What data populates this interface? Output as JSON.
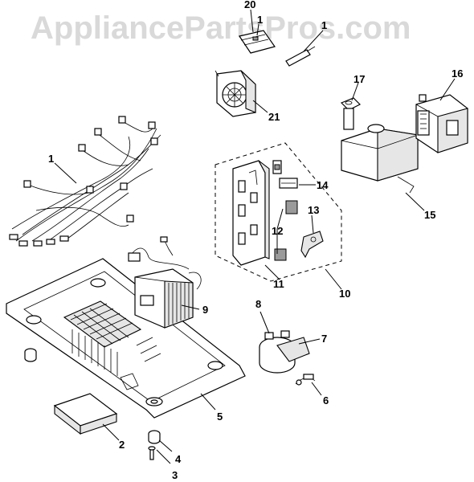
{
  "watermark": "AppliancePartsPros.com",
  "callouts": [
    "1",
    "2",
    "3",
    "4",
    "5",
    "6",
    "7",
    "8",
    "9",
    "10",
    "11",
    "12",
    "13",
    "14",
    "15",
    "16",
    "17",
    "20",
    "21"
  ],
  "callouts_extra": [
    "1",
    "1"
  ]
}
